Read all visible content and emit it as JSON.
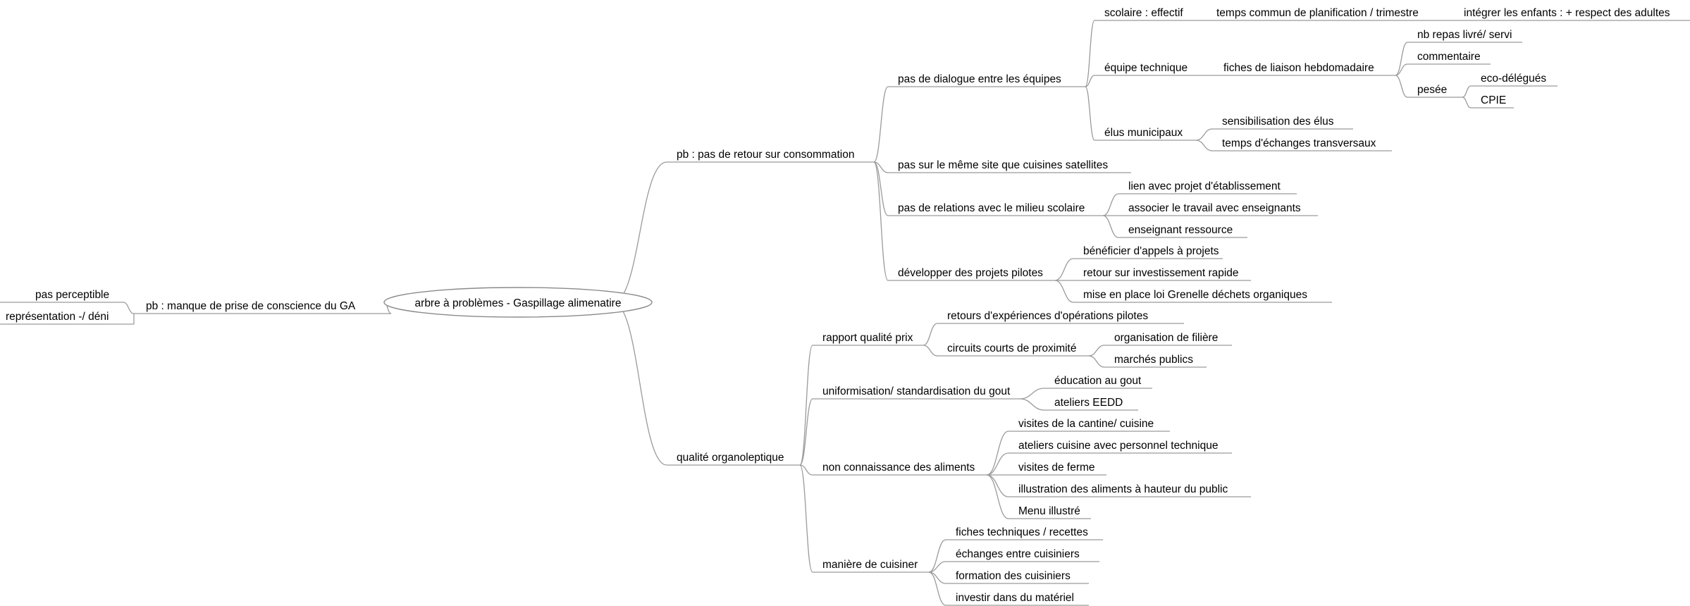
{
  "mindmap": {
    "root": "arbre à problèmes - Gaspillage alimenatire",
    "nodes": {
      "pb_retour": "pb : pas de retour sur consommation",
      "dialogue": "pas de dialogue entre les équipes",
      "scolaire": "scolaire : effectif",
      "temps_commun": "temps commun de planification / trimestre",
      "integrer": "intégrer les enfants : + respect des adultes",
      "equipe_tech": "équipe technique",
      "fiches_liaison": "fiches de liaison hebdomadaire",
      "nb_repas": "nb repas livré/ servi",
      "commentaire": "commentaire",
      "pesee": "pesée",
      "eco_delegues": "eco-délégués",
      "cpie": "CPIE",
      "elus": "élus municipaux",
      "sensibilisation": "sensibilisation des élus",
      "temps_echanges": "temps d'échanges transversaux",
      "meme_site": "pas sur le même site que cuisines satellites",
      "relations": "pas de relations avec le milieu scolaire",
      "lien_projet": "lien avec projet d'établissement",
      "associer": "associer le travail avec enseignants",
      "enseignant": "enseignant ressource",
      "projets_pilotes": "développer des projets pilotes",
      "beneficier": "bénéficier d'appels à projets",
      "retour_invest": "retour sur investissement rapide",
      "grenelle": "mise en place loi Grenelle déchets organiques",
      "qualite_orga": "qualité organoleptique",
      "rapport_qp": "rapport qualité prix",
      "retours_exp": "retours d'expériences d'opérations pilotes",
      "circuits": "circuits courts de proximité",
      "organisation": "organisation de filière",
      "marches": "marchés publics",
      "uniformisation": "uniformisation/ standardisation du gout",
      "education": "éducation au gout",
      "ateliers_eedd": "ateliers EEDD",
      "non_connaissance": "non connaissance des aliments",
      "visites_cantine": "visites de la cantine/ cuisine",
      "ateliers_cuisine": "ateliers cuisine avec personnel technique",
      "visites_ferme": "visites de ferme",
      "illustration": "illustration des aliments à hauteur du public",
      "menu": "Menu illustré",
      "maniere": "manière de cuisiner",
      "fiches_tech": "fiches techniques / recettes",
      "echanges_cuisiniers": "échanges entre cuisiniers",
      "formation": "formation des cuisiniers",
      "investir": "investir dans du matériel",
      "pb_manque": "pb : manque de prise de conscience du GA",
      "pas_perceptible": "pas perceptible",
      "representation": "représentation -/ déni"
    }
  }
}
